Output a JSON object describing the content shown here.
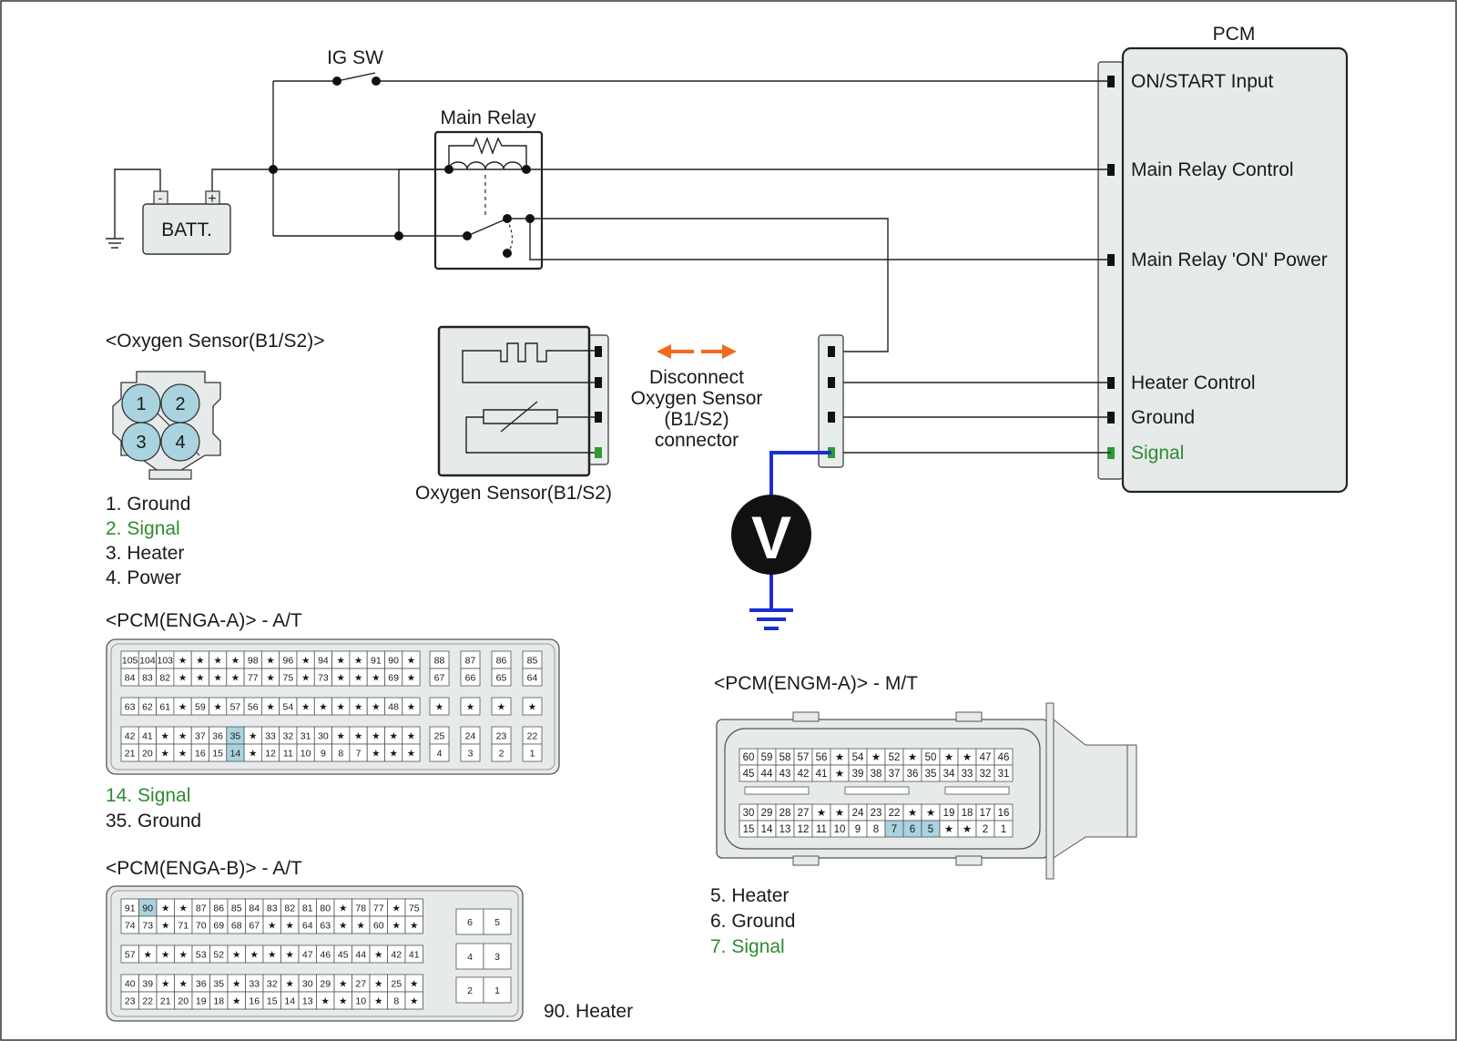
{
  "pcm": {
    "title": "PCM",
    "terminals": [
      {
        "label": "ON/START Input",
        "color": "#1a1a1a"
      },
      {
        "label": "Main Relay Control",
        "color": "#1a1a1a"
      },
      {
        "label": "Main Relay 'ON' Power",
        "color": "#1a1a1a"
      },
      {
        "label": "Heater Control",
        "color": "#1a1a1a"
      },
      {
        "label": "Ground",
        "color": "#1a1a1a"
      },
      {
        "label": "Signal",
        "color": "#2e8b2e"
      }
    ]
  },
  "ig_sw": "IG SW",
  "main_relay": "Main Relay",
  "battery": {
    "label": "BATT.",
    "minus": "-",
    "plus": "+"
  },
  "sensor": {
    "label": "Oxygen Sensor(B1/S2)"
  },
  "disconnect_note": [
    "Disconnect",
    "Oxygen Sensor",
    "(B1/S2)",
    "connector"
  ],
  "voltmeter": "V",
  "o2_connector": {
    "title": "<Oxygen Sensor(B1/S2)>",
    "pins": [
      "1",
      "2",
      "3",
      "4"
    ],
    "legend": [
      {
        "text": "1. Ground",
        "signal": false
      },
      {
        "text": "2. Signal",
        "signal": true
      },
      {
        "text": "3. Heater",
        "signal": false
      },
      {
        "text": "4. Power",
        "signal": false
      }
    ]
  },
  "enga_a": {
    "title": "<PCM(ENGA-A)> - A/T",
    "rows": [
      [
        "105",
        "104",
        "103",
        "★",
        "★",
        "★",
        "★",
        "98",
        "★",
        "96",
        "★",
        "94",
        "★",
        "★",
        "91",
        "90",
        "★"
      ],
      [
        "84",
        "83",
        "82",
        "★",
        "★",
        "★",
        "★",
        "77",
        "★",
        "75",
        "★",
        "73",
        "★",
        "★",
        "★",
        "69",
        "★"
      ],
      [
        "63",
        "62",
        "61",
        "★",
        "59",
        "★",
        "57",
        "56",
        "★",
        "54",
        "★",
        "★",
        "★",
        "★",
        "★",
        "48",
        "★"
      ],
      [
        "42",
        "41",
        "★",
        "★",
        "37",
        "36",
        "35",
        "★",
        "33",
        "32",
        "31",
        "30",
        "★",
        "★",
        "★",
        "★",
        "★"
      ],
      [
        "21",
        "20",
        "★",
        "★",
        "16",
        "15",
        "14",
        "★",
        "12",
        "11",
        "10",
        "9",
        "8",
        "7",
        "★",
        "★",
        "★"
      ]
    ],
    "right_rows": [
      [
        "88",
        "87",
        "86",
        "85"
      ],
      [
        "67",
        "66",
        "65",
        "64"
      ],
      [
        "★",
        "★",
        "★",
        "★"
      ],
      [
        "25",
        "24",
        "23",
        "22"
      ],
      [
        "4",
        "3",
        "2",
        "1"
      ]
    ],
    "highlight": [
      "35",
      "14"
    ],
    "legend": [
      {
        "text": "14. Signal",
        "signal": true
      },
      {
        "text": "35. Ground",
        "signal": false
      }
    ]
  },
  "enga_b": {
    "title": "<PCM(ENGA-B)> - A/T",
    "rows": [
      [
        "91",
        "90",
        "★",
        "★",
        "87",
        "86",
        "85",
        "84",
        "83",
        "82",
        "81",
        "80",
        "★",
        "78",
        "77",
        "★",
        "75"
      ],
      [
        "74",
        "73",
        "★",
        "71",
        "70",
        "69",
        "68",
        "67",
        "★",
        "★",
        "64",
        "63",
        "★",
        "★",
        "60",
        "★",
        "★"
      ],
      [
        "57",
        "★",
        "★",
        "★",
        "53",
        "52",
        "★",
        "★",
        "★",
        "★",
        "47",
        "46",
        "45",
        "44",
        "★",
        "42",
        "41"
      ],
      [
        "40",
        "39",
        "★",
        "★",
        "36",
        "35",
        "★",
        "33",
        "32",
        "★",
        "30",
        "29",
        "★",
        "27",
        "★",
        "25",
        "★"
      ],
      [
        "23",
        "22",
        "21",
        "20",
        "19",
        "18",
        "★",
        "16",
        "15",
        "14",
        "13",
        "★",
        "★",
        "10",
        "★",
        "8",
        "★"
      ]
    ],
    "right_rows": [
      [
        "6",
        "5"
      ],
      [
        "4",
        "3"
      ],
      [
        "2",
        "1"
      ]
    ],
    "highlight": [
      "90"
    ],
    "legend": [
      {
        "text": "90. Heater",
        "signal": false
      }
    ]
  },
  "engm_a": {
    "title": "<PCM(ENGM-A)> - M/T",
    "rows": [
      [
        "60",
        "59",
        "58",
        "57",
        "56",
        "★",
        "54",
        "★",
        "52",
        "★",
        "50",
        "★",
        "★",
        "47",
        "46"
      ],
      [
        "45",
        "44",
        "43",
        "42",
        "41",
        "★",
        "39",
        "38",
        "37",
        "36",
        "35",
        "34",
        "33",
        "32",
        "31"
      ],
      [
        "30",
        "29",
        "28",
        "27",
        "★",
        "★",
        "24",
        "23",
        "22",
        "★",
        "★",
        "19",
        "18",
        "17",
        "16"
      ],
      [
        "15",
        "14",
        "13",
        "12",
        "11",
        "10",
        "9",
        "8",
        "7",
        "6",
        "5",
        "★",
        "★",
        "2",
        "1"
      ]
    ],
    "highlight": [
      "7",
      "6",
      "5"
    ],
    "legend": [
      {
        "text": "5. Heater",
        "signal": false
      },
      {
        "text": "6. Ground",
        "signal": false
      },
      {
        "text": "7. Signal",
        "signal": true
      }
    ]
  }
}
